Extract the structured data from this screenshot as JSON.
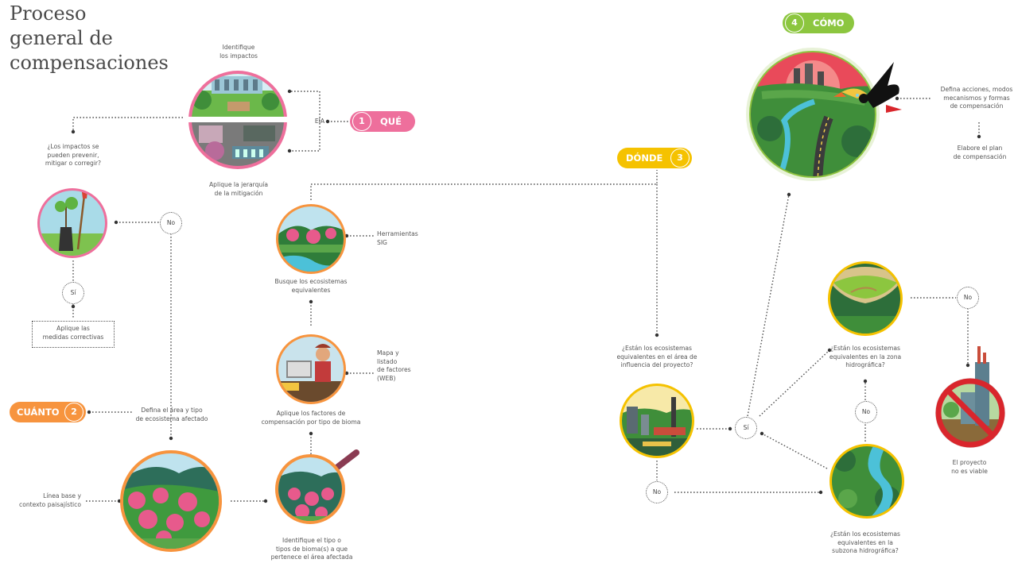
{
  "title": "Proceso\ngeneral de\ncompensaciones",
  "steps": {
    "que": {
      "num": "1",
      "label": "QUÉ",
      "color": "#ee6f9c"
    },
    "cuanto": {
      "num": "2",
      "label": "CUÁNTO",
      "color": "#f7943e"
    },
    "donde": {
      "num": "3",
      "label": "DÓNDE",
      "color": "#f5c200"
    },
    "como": {
      "num": "4",
      "label": "CÓMO",
      "color": "#8cc63f"
    }
  },
  "texts": {
    "identifique_impactos": "Identifique\nlos impactos",
    "eia": "EIA",
    "aplique_jerarquia": "Aplique la jerarquía\nde la mitigación",
    "impactos_prevenir": "¿Los impactos se\npueden prevenir,\nmitigar o corregir?",
    "aplique_medidas": "Aplique las\nmedidas correctivas",
    "defina_area": "Defina el área y tipo\nde ecosistema afectado",
    "linea_base": "Línea base y\ncontexto paisajístico",
    "identifique_bioma": "Identifique el tipo o\ntipos de bioma(s) a que\npertenece el área afectada",
    "aplique_factores": "Aplique los factores de\ncompensación por tipo de bioma",
    "mapa_listado": "Mapa y\nlistado\nde factores\n(WEB)",
    "busque_ecosistemas": "Busque los ecosistemas\nequivalentes",
    "herramientas_sig": "Herramientas\nSIG",
    "area_influencia": "¿Están los ecosistemas\nequivalentes en el área de\ninfluencia del proyecto?",
    "zona_hidrografica": "¿Están los ecosistemas\nequivalentes en la zona\nhidrográfica?",
    "subzona_hidrografica": "¿Están los ecosistemas\nequivalentes en la\nsubzona hidrográfica?",
    "no_viable": "El proyecto\nno es viable",
    "defina_acciones": "Defina acciones, modos\nmecanismos y formas\nde compensación",
    "elabore_plan": "Elabore el plan\nde compensación"
  },
  "answers": {
    "no": "No",
    "si": "Sí"
  }
}
